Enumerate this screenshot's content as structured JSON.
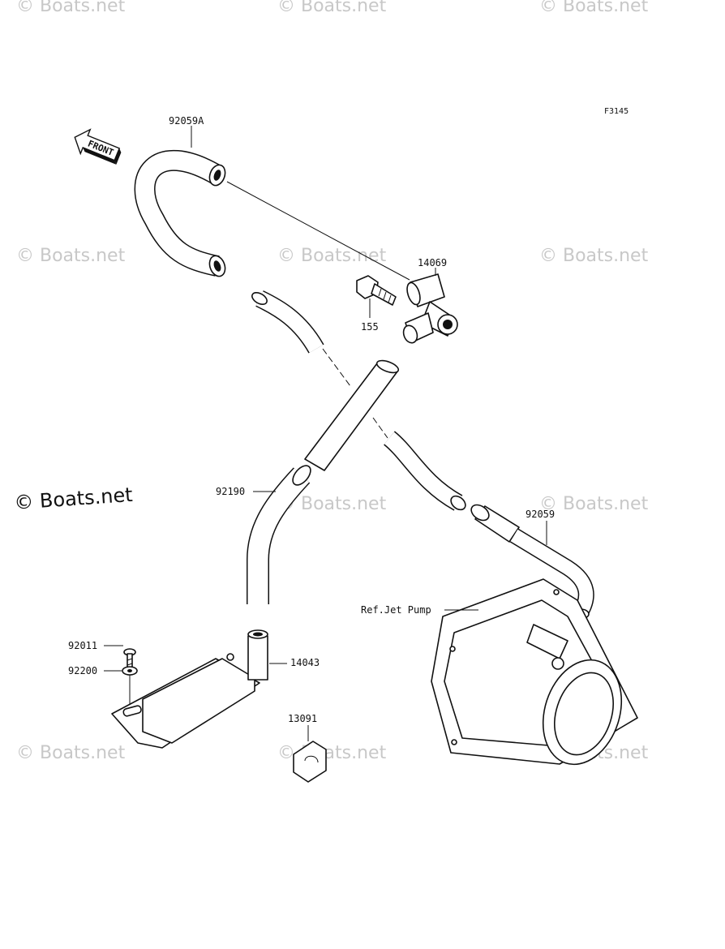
{
  "figure_code": "F3145",
  "front_label": "FRONT",
  "parts": {
    "p92059A": "92059A",
    "p14069": "14069",
    "p155": "155",
    "p92190": "92190",
    "p92059": "92059",
    "ref_jet_pump": "Ref.Jet Pump",
    "p92011": "92011",
    "p92200": "92200",
    "p14043": "14043",
    "p13091": "13091"
  },
  "watermark": {
    "faint": "© Boats.net",
    "main": "© Boats.net"
  }
}
